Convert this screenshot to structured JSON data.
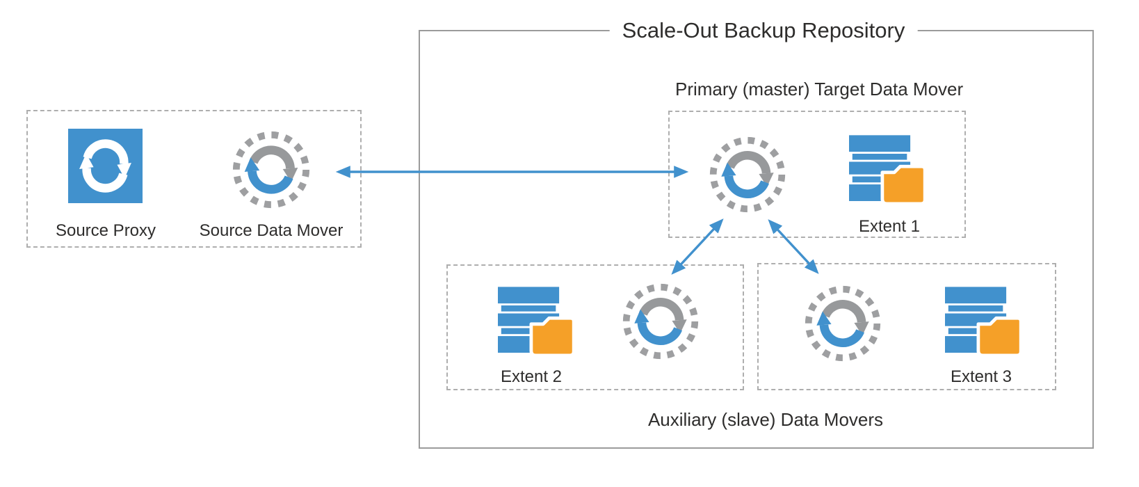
{
  "diagram": {
    "source_group": {
      "source_proxy_label": "Source Proxy",
      "source_data_mover_label": "Source Data Mover"
    },
    "repository": {
      "title": "Scale-Out Backup Repository",
      "primary_label": "Primary (master) Target Data Mover",
      "auxiliary_label": "Auxiliary (slave) Data Movers",
      "extents": [
        {
          "label": "Extent 1"
        },
        {
          "label": "Extent 2"
        },
        {
          "label": "Extent 3"
        }
      ]
    },
    "connections": [
      {
        "from": "Source Data Mover",
        "to": "Primary (master) Target Data Mover",
        "bidirectional": true
      },
      {
        "from": "Primary (master) Target Data Mover",
        "to": "Extent 2 data mover",
        "bidirectional": true
      },
      {
        "from": "Primary (master) Target Data Mover",
        "to": "Extent 3 data mover",
        "bidirectional": true
      }
    ],
    "colors": {
      "blue": "#4191cd",
      "orange": "#f5a028",
      "icon_gray": "#97999b",
      "ring_gray": "#9e9fa1",
      "solid_border_gray": "#9b9b9b",
      "dashed_border_gray": "#aeaeae",
      "text": "#2e2d2c",
      "background": "#ffffff"
    },
    "icons": {
      "sync": "sync-arrows-icon",
      "data_mover": "data-mover-icon",
      "extent_storage": "disk-stack-folder-icon"
    }
  }
}
